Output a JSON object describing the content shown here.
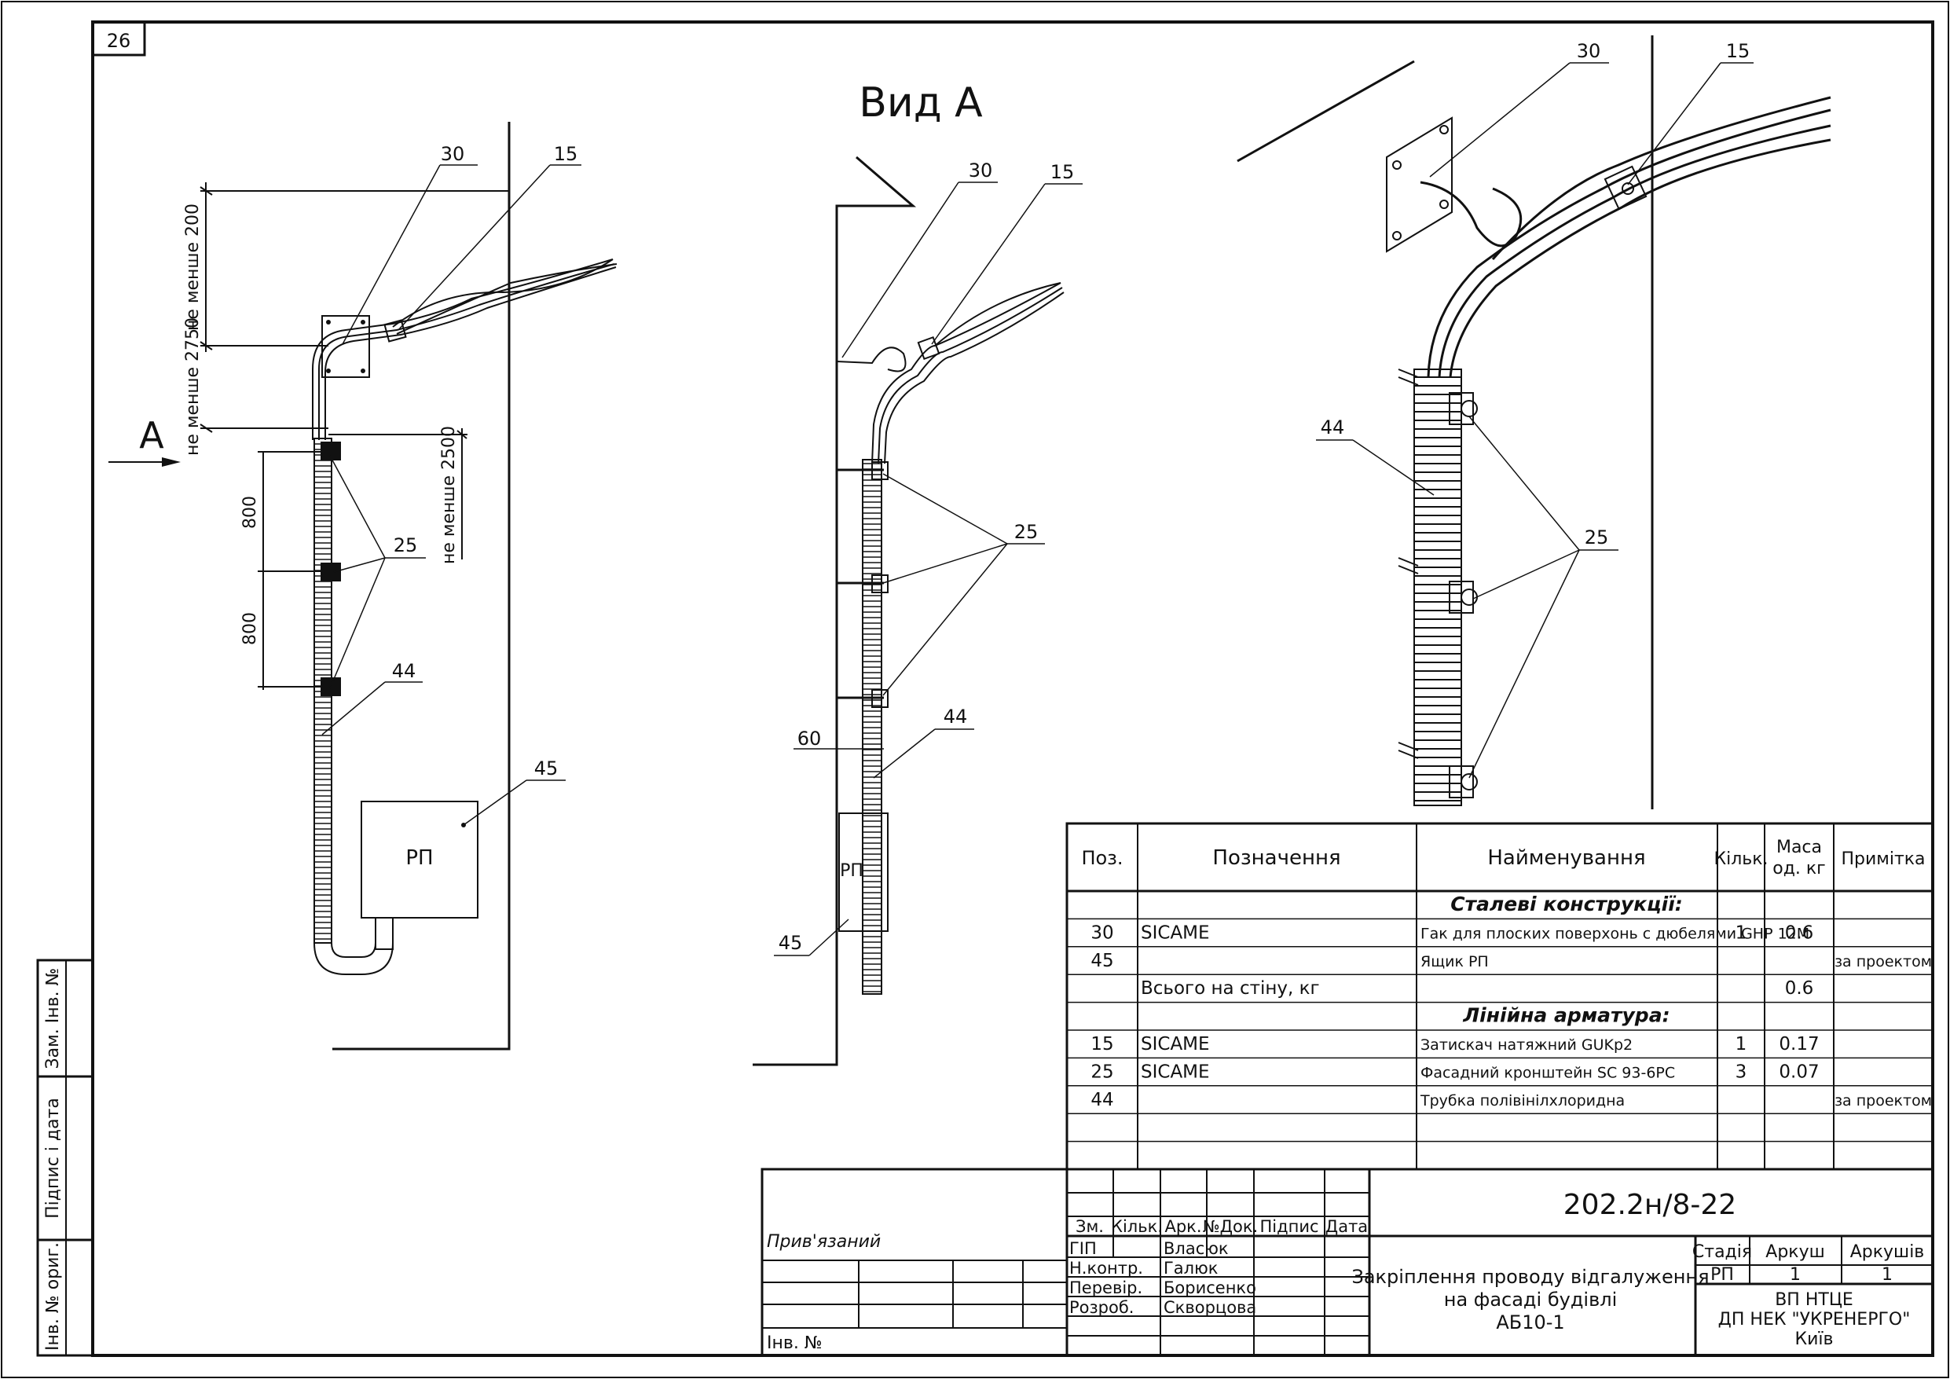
{
  "sheet": {
    "number": "26"
  },
  "views": {
    "view_a_title": "Вид А",
    "arrow_label": "А"
  },
  "callouts": {
    "p30": "30",
    "p15": "15",
    "p25": "25",
    "p44": "44",
    "p45": "45"
  },
  "dimensions": {
    "min_200": "не менше 200",
    "min_2750": "не менше 2750",
    "min_2500": "не менше 2500",
    "d800": "800",
    "d60": "60"
  },
  "panel_label": "РП",
  "spec_table": {
    "headers": {
      "pos": "Поз.",
      "designation": "Позначення",
      "name": "Найменування",
      "qty": "Кільк.",
      "mass_1": "Маса",
      "mass_2": "од. кг",
      "note": "Примітка"
    },
    "rows": [
      {
        "type": "section",
        "name": "Сталеві конструкції:"
      },
      {
        "pos": "30",
        "designation": "SICAME",
        "name": "Гак для плоских поверхонь с дюбелями GHP 12M",
        "qty": "1",
        "mass": "0.6",
        "note": ""
      },
      {
        "pos": "45",
        "designation": "",
        "name": "Ящик РП",
        "qty": "",
        "mass": "",
        "note": "за проектом"
      },
      {
        "pos": "",
        "designation": "Всього на стіну, кг",
        "name": "",
        "qty": "",
        "mass": "0.6",
        "note": ""
      },
      {
        "type": "section",
        "name": "Лінійна арматура:"
      },
      {
        "pos": "15",
        "designation": "SICAME",
        "name": "Затискач натяжний GUKp2",
        "qty": "1",
        "mass": "0.17",
        "note": ""
      },
      {
        "pos": "25",
        "designation": "SICAME",
        "name": "Фасадний кронштейн SC 93-6PC",
        "qty": "3",
        "mass": "0.07",
        "note": ""
      },
      {
        "pos": "44",
        "designation": "",
        "name": "Трубка полівінілхлоридна",
        "qty": "",
        "mass": "",
        "note": "за проектом"
      },
      {
        "pos": "",
        "designation": "",
        "name": "",
        "qty": "",
        "mass": "",
        "note": ""
      },
      {
        "pos": "",
        "designation": "",
        "name": "",
        "qty": "",
        "mass": "",
        "note": ""
      }
    ]
  },
  "title_block": {
    "code": "202.2н/8-22",
    "bound_label": "Прив'язаний",
    "inv_label": "Інв. №",
    "col_headers": [
      "Зм.",
      "Кільк.",
      "Арк.",
      "№Док.",
      "Підпис",
      "Дата"
    ],
    "roles": [
      {
        "role": "ГІП",
        "name": "Власюк"
      },
      {
        "role": "Н.контр.",
        "name": "Галюк"
      },
      {
        "role": "Перевір.",
        "name": "Борисенко"
      },
      {
        "role": "Розроб.",
        "name": "Скворцова"
      }
    ],
    "description_1": "Закріплення проводу відгалуження",
    "description_2": "на фасаді будівлі",
    "description_3": "АБ10-1",
    "stage_label": "Стадія",
    "stage_value": "РП",
    "sheet_label": "Аркуш",
    "sheet_value": "1",
    "sheets_label": "Аркушів",
    "sheets_value": "1",
    "org_1": "ВП НТЦЕ",
    "org_2": "ДП НЕК \"УКРЕНЕРГО\"",
    "org_3": "Київ"
  },
  "side_stamp": {
    "replace_inv": "Зам. Інв. №",
    "signature_date": "Підпис і дата",
    "inv_orig": "Інв. № ориг."
  }
}
